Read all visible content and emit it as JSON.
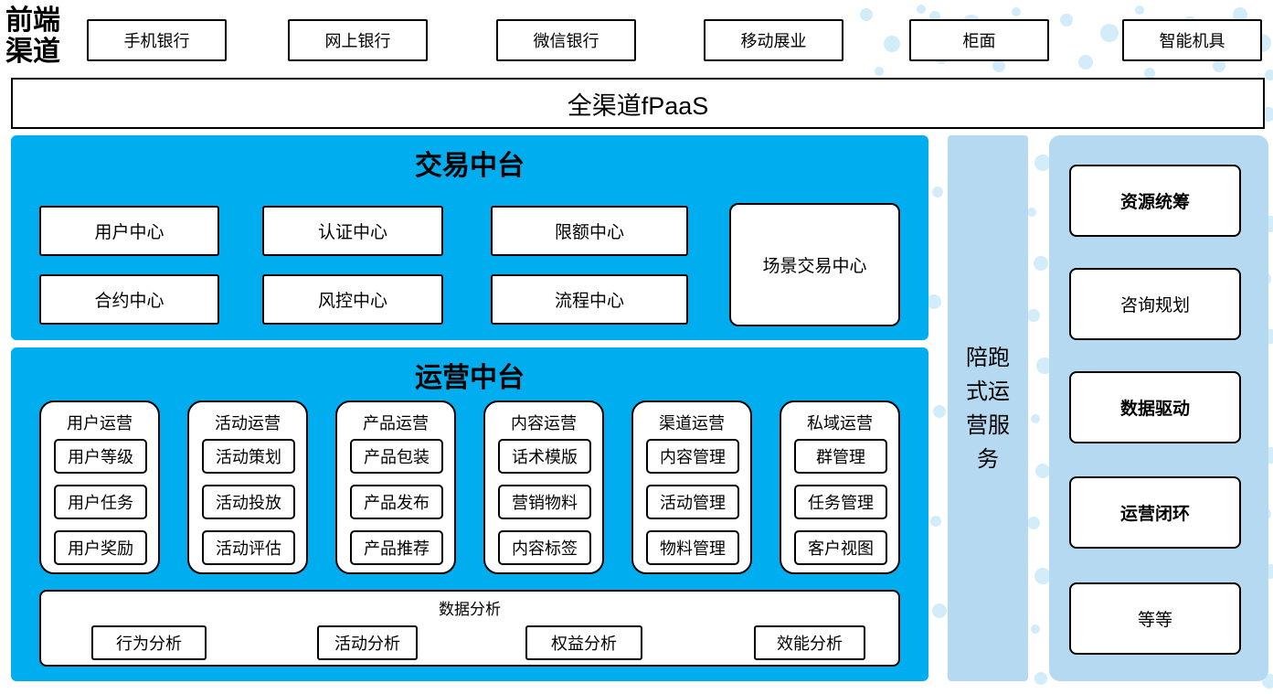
{
  "colors": {
    "bright_blue": "#00AEEF",
    "light_blue": "#B5D9F0",
    "dot_blue": "#D2ECF9"
  },
  "front_channels": {
    "label_line1": "前端",
    "label_line2": "渠道",
    "items": [
      "手机银行",
      "网上银行",
      "微信银行",
      "移动展业",
      "柜面",
      "智能机具"
    ]
  },
  "fpaas": {
    "label": "全渠道fPaaS"
  },
  "trade_platform": {
    "title": "交易中台",
    "row1": [
      "用户中心",
      "认证中心",
      "限额中心"
    ],
    "row2": [
      "合约中心",
      "风控中心",
      "流程中心"
    ],
    "tall_box": "场景交易中心"
  },
  "ops_platform": {
    "title": "运营中台",
    "groups": [
      {
        "title": "用户运营",
        "items": [
          "用户等级",
          "用户任务",
          "用户奖励"
        ]
      },
      {
        "title": "活动运营",
        "items": [
          "活动策划",
          "活动投放",
          "活动评估"
        ]
      },
      {
        "title": "产品运营",
        "items": [
          "产品包装",
          "产品发布",
          "产品推荐"
        ]
      },
      {
        "title": "内容运营",
        "items": [
          "话术模版",
          "营销物料",
          "内容标签"
        ]
      },
      {
        "title": "渠道运营",
        "items": [
          "内容管理",
          "活动管理",
          "物料管理"
        ]
      },
      {
        "title": "私域运营",
        "items": [
          "群管理",
          "任务管理",
          "客户视图"
        ]
      }
    ],
    "data_analysis": {
      "title": "数据分析",
      "items": [
        "行为分析",
        "活动分析",
        "权益分析",
        "效能分析"
      ]
    }
  },
  "companion_service": {
    "label": "陪跑式运营服务"
  },
  "right_services": {
    "items": [
      {
        "label": "资源统筹",
        "bold": true
      },
      {
        "label": "咨询规划",
        "bold": false
      },
      {
        "label": "数据驱动",
        "bold": true
      },
      {
        "label": "运营闭环",
        "bold": true
      },
      {
        "label": "等等",
        "bold": false
      }
    ]
  }
}
